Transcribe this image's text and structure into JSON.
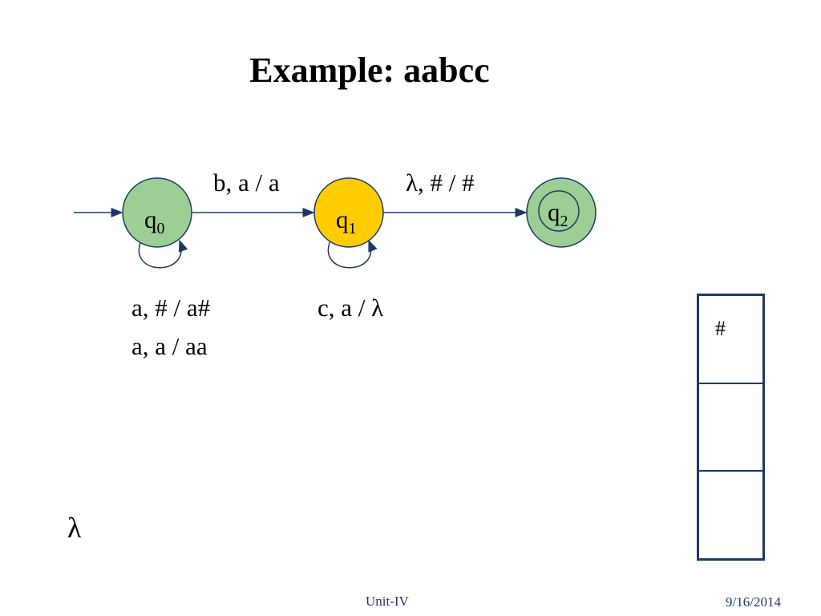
{
  "title": "Example: aabcc",
  "states": [
    {
      "id": "q0",
      "base": "q",
      "sub": "0",
      "fill": "#9ccf94",
      "accepting": false,
      "initial": true
    },
    {
      "id": "q1",
      "base": "q",
      "sub": "1",
      "fill": "#ffcc00",
      "accepting": false,
      "initial": false
    },
    {
      "id": "q2",
      "base": "q",
      "sub": "2",
      "fill": "#9ccf94",
      "accepting": true,
      "initial": false
    }
  ],
  "transitions": {
    "q0_q1": "b, a / a",
    "q1_q2": "λ, # / #",
    "q0_loop_line1": "a, # / a#",
    "q0_loop_line2": "a, a / aa",
    "q1_loop": "c, a / λ"
  },
  "stack": {
    "cells": [
      "#",
      "",
      ""
    ]
  },
  "lambda_symbol": "λ",
  "footer": {
    "center": "Unit-IV",
    "date": "9/16/2014"
  },
  "colors": {
    "stroke": "#1f3864",
    "accept_fill": "#9ccf94",
    "active_fill": "#ffcc00"
  }
}
